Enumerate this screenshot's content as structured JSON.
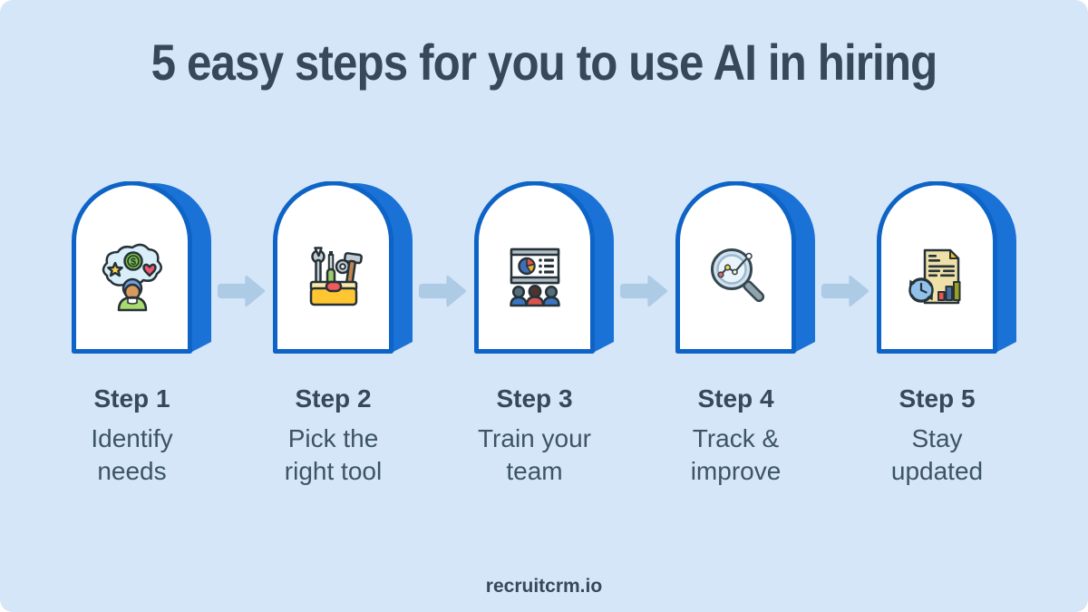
{
  "title": "5 easy steps for you to use AI in hiring",
  "footer": {
    "brand": "recruitcrm.io"
  },
  "colors": {
    "background": "#d4e6f8",
    "text": "#35495a",
    "card_border_blue": "#0e63c6",
    "card_extrusion_blue": "#1a71d6",
    "card_face": "#ffffff",
    "arrow": "#aecbe6"
  },
  "steps": [
    {
      "label": "Step 1",
      "desc": "Identify\nneeds",
      "icon": "thinking-person-icon"
    },
    {
      "label": "Step 2",
      "desc": "Pick the\nright tool",
      "icon": "toolbox-icon"
    },
    {
      "label": "Step 3",
      "desc": "Train your\nteam",
      "icon": "team-presentation-icon"
    },
    {
      "label": "Step 4",
      "desc": "Track &\nimprove",
      "icon": "magnifier-chart-icon"
    },
    {
      "label": "Step 5",
      "desc": "Stay\nupdated",
      "icon": "document-refresh-icon"
    }
  ],
  "arrows": [
    "arrow-right-icon",
    "arrow-right-icon",
    "arrow-right-icon",
    "arrow-right-icon"
  ]
}
